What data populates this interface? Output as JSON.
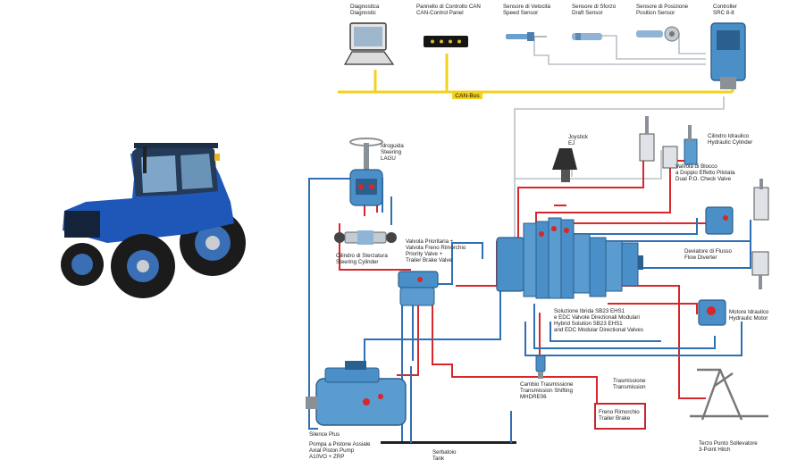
{
  "colors": {
    "bus": "#f2d21e",
    "red": "#d9262b",
    "blue": "#2f6fb3",
    "grey": "#b9c1c8",
    "component": "#4a8fc7",
    "component_dark": "#2b5f8e",
    "tractor_body": "#1f57b8",
    "tire": "#1b1b1b",
    "highlight_box": "#c8262c"
  },
  "labels": {
    "diagnostica": [
      "Diagnostica",
      "Diagnostic"
    ],
    "pannello": [
      "Pannello di Controllo CAN",
      "CAN-Control Panel"
    ],
    "sensore_velocita": [
      "Sensore di Velocità",
      "Speed Sensor"
    ],
    "sensore_sforzo": [
      "Sensore di Sforzo",
      "Draft Sensor"
    ],
    "sensore_posizione": [
      "Sensore di Posizione",
      "Position Sensor"
    ],
    "controller": [
      "Controller",
      "SRC 8-8"
    ],
    "can_bus": "CAN-Bus",
    "joystick": [
      "Joystick",
      "EJ"
    ],
    "cilindro_idraulico": [
      "Cilindro Idraulico",
      "Hydraulic Cylinder"
    ],
    "valvola_blocco": [
      "Valvola di Blocco",
      "a Doppio Effetto Pilotata",
      "Dual P.O. Check Valve"
    ],
    "idroguida": [
      "Idroguida",
      "Steering",
      "LAGU"
    ],
    "cilindro_sterzatura": [
      "Cilindro di Sterzatura",
      "Steering Cylinder"
    ],
    "valvola_prioritaria": [
      "Valvola Prioritaria +",
      "Valvola Freno Rimorchio",
      "Priority Valve +",
      "Trailer Brake Valve"
    ],
    "deviatore": [
      "Deviatore di Flusso",
      "Flow Diverter"
    ],
    "soluzione": [
      "Soluzione Ibrida SB23 EHS1",
      "e EDC Valvole Direzionali Modulari",
      "Hybrid Solution SB23 EHS1",
      "and EDC Modular Directional Valves"
    ],
    "motore": [
      "Motore Idraulico",
      "Hydraulic Motor"
    ],
    "cambio": [
      "Cambio Trasmissione",
      "Transmission Shifting",
      "MHDRE06"
    ],
    "trasmissione": [
      "Trasmissione",
      "Transmission"
    ],
    "freno": [
      "Freno Rimorchio",
      "Trailer Brake"
    ],
    "silence": "Silence Plus",
    "pompa": [
      "Pompa a Pistone Assiale",
      "Axial Piston Pump",
      "A10VO + ZRP"
    ],
    "serbatoio": [
      "Serbatoio",
      "Tank"
    ],
    "terzo_punto": [
      "Terzo Punto Sollevatore",
      "3-Point Hitch"
    ]
  }
}
